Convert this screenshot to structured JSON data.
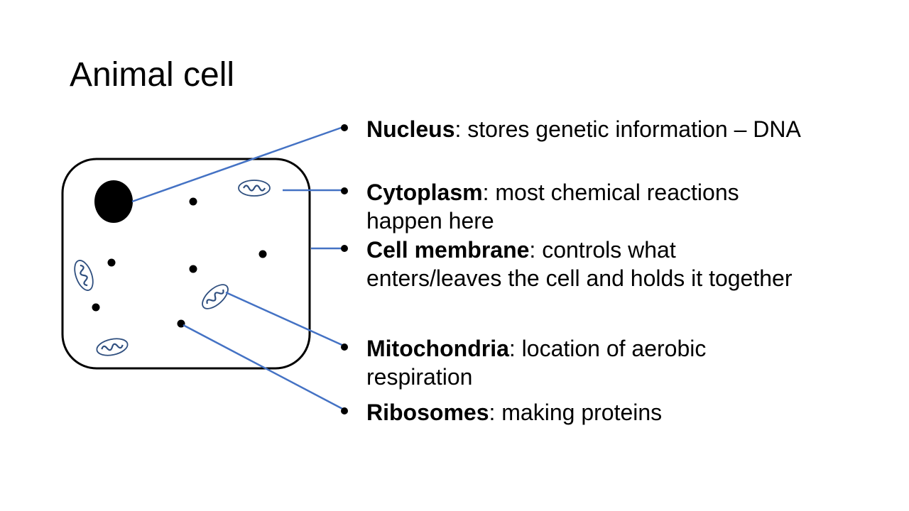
{
  "slide": {
    "title": "Animal cell"
  },
  "bullets": [
    {
      "term": "Nucleus",
      "description": ": stores genetic information – DNA"
    },
    {
      "term": "Cytoplasm",
      "description": ": most chemical reactions happen here"
    },
    {
      "term": "Cell membrane",
      "description": ": controls what enters/leaves the cell and holds it together"
    },
    {
      "term": "Mitochondria",
      "description": ": location of aerobic respiration"
    },
    {
      "term": "Ribosomes",
      "description": ": making proteins"
    }
  ],
  "colors": {
    "leader_line": "#4472C4",
    "mitochondria_outline": "#2F4F7F",
    "cell_outline": "#000000",
    "text": "#000000",
    "background": "#FFFFFF"
  }
}
